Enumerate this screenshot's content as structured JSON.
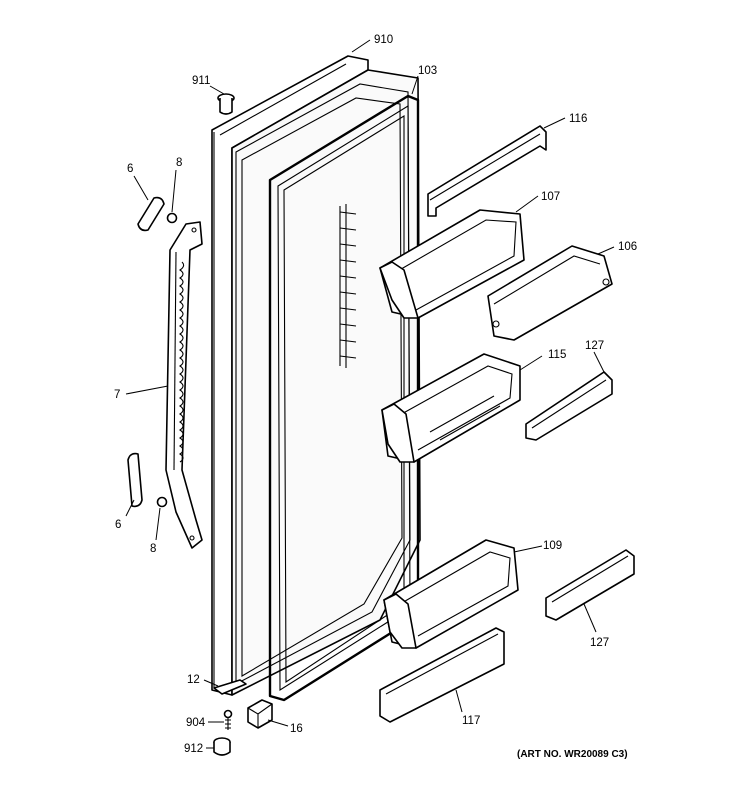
{
  "callouts": {
    "c910": "910",
    "c911": "911",
    "c103": "103",
    "c116": "116",
    "c107": "107",
    "c106": "106",
    "c6a": "6",
    "c8a": "8",
    "c7": "7",
    "c115": "115",
    "c127a": "127",
    "c6b": "6",
    "c8b": "8",
    "c109": "109",
    "c127b": "127",
    "c12": "12",
    "c904": "904",
    "c16": "16",
    "c117": "117",
    "c912": "912"
  },
  "art_number": "(ART NO. WR20089 C3)"
}
